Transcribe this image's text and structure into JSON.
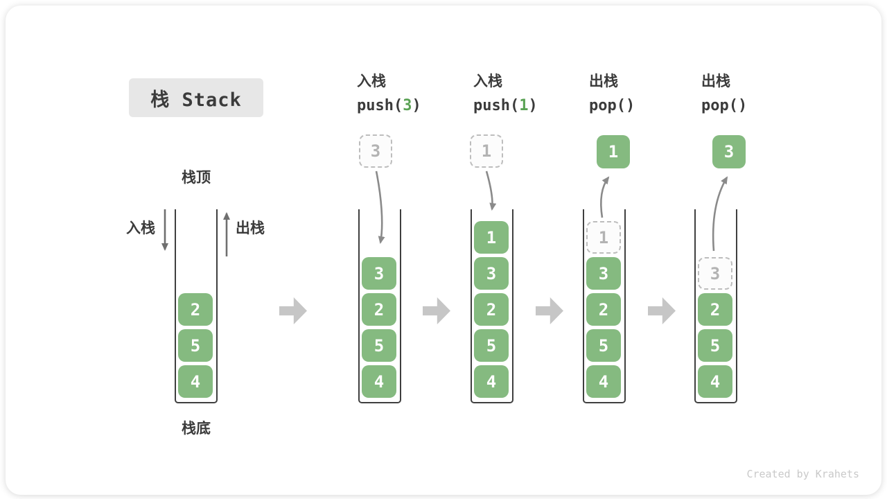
{
  "title": "栈 Stack",
  "watermark": "Created by Krahets",
  "legend": {
    "stack_top": "栈顶",
    "stack_bottom": "栈底",
    "push": "入栈",
    "pop": "出栈"
  },
  "colors": {
    "item_green": "#85BA80",
    "code_arg_green": "#5AA254",
    "text_dark": "#3B3B3B",
    "ghost_border": "#BDBDBD",
    "ghost_text": "#B3B3B3",
    "curved_arrow": "#8A8A8A",
    "block_arrow": "#C6C6C6",
    "container_line": "#3F3F3F",
    "title_bg": "#E7E7E7",
    "watermark_gray": "#C9C9C9"
  },
  "steps": [
    {
      "label": "入栈",
      "code_pre": "push(",
      "arg": "3",
      "code_post": ")"
    },
    {
      "label": "入栈",
      "code_pre": "push(",
      "arg": "1",
      "code_post": ")"
    },
    {
      "label": "出栈",
      "code_pre": "pop(",
      "arg": "",
      "code_post": ")"
    },
    {
      "label": "出栈",
      "code_pre": "pop(",
      "arg": "",
      "code_post": ")"
    }
  ],
  "stacks": [
    {
      "name": "initial",
      "items": [
        "2",
        "5",
        "4"
      ]
    },
    {
      "name": "push-3",
      "ghost_above": "3",
      "items": [
        "3",
        "2",
        "5",
        "4"
      ]
    },
    {
      "name": "push-1",
      "ghost_above": "1",
      "items": [
        "1",
        "3",
        "2",
        "5",
        "4"
      ]
    },
    {
      "name": "pop-1",
      "popped": "1",
      "ghost_in_stack": "1",
      "items": [
        "3",
        "2",
        "5",
        "4"
      ]
    },
    {
      "name": "pop-3",
      "popped": "3",
      "ghost_in_stack": "3",
      "items": [
        "2",
        "5",
        "4"
      ]
    }
  ]
}
